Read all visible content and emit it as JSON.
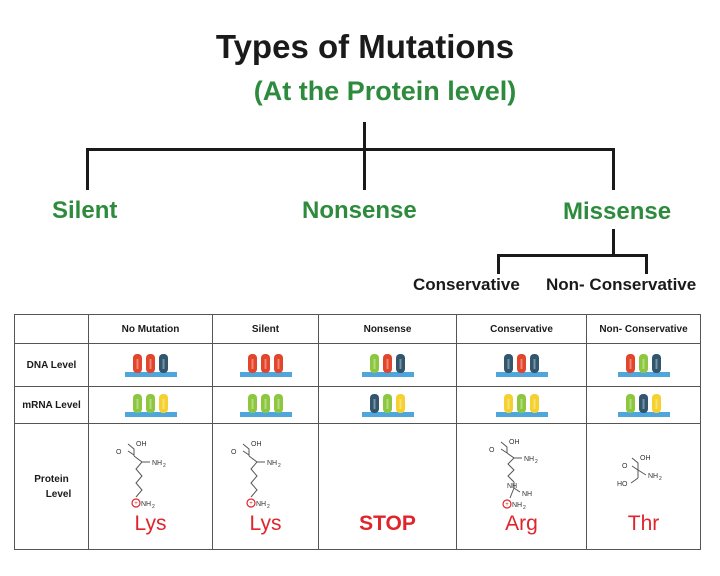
{
  "title": "Types of Mutations",
  "subtitle": "(At the Protein level)",
  "branches": {
    "silent": "Silent",
    "nonsense": "Nonsense",
    "missense": "Missense"
  },
  "missense_types": {
    "conservative": "Conservative",
    "non_conservative": "Non- Conservative"
  },
  "table": {
    "columns": [
      "No Mutation",
      "Silent",
      "Nonsense",
      "Conservative",
      "Non- Conservative"
    ],
    "row_labels": {
      "dna": "DNA Level",
      "mrna": "mRNA Level",
      "protein_line1": "Protein",
      "protein_line2": "Level"
    },
    "amino_acids": [
      "Lys",
      "Lys",
      "STOP",
      "Arg",
      "Thr"
    ],
    "structure_labels": {
      "oh": "OH",
      "nh2": "NH",
      "sub2": "2",
      "nh": "NH",
      "o": "O",
      "ho": "HO"
    }
  },
  "colors": {
    "green_text": "#2e8b3e",
    "red_text": "#e0242c",
    "base_blue": "#4fa6dc",
    "nuc_red": "#e2452c",
    "nuc_navy": "#33566f",
    "nuc_green": "#8dc63f",
    "nuc_yellow": "#f4d12f"
  },
  "dna_sequences": [
    [
      "red",
      "red",
      "navy"
    ],
    [
      "red",
      "red",
      "red"
    ],
    [
      "green",
      "red",
      "navy"
    ],
    [
      "navy",
      "red",
      "navy"
    ],
    [
      "red",
      "green",
      "navy"
    ]
  ],
  "mrna_sequences": [
    [
      "green",
      "green",
      "yellow"
    ],
    [
      "green",
      "green",
      "green"
    ],
    [
      "navy",
      "green",
      "yellow"
    ],
    [
      "yellow",
      "green",
      "yellow"
    ],
    [
      "green",
      "navy",
      "yellow"
    ]
  ]
}
